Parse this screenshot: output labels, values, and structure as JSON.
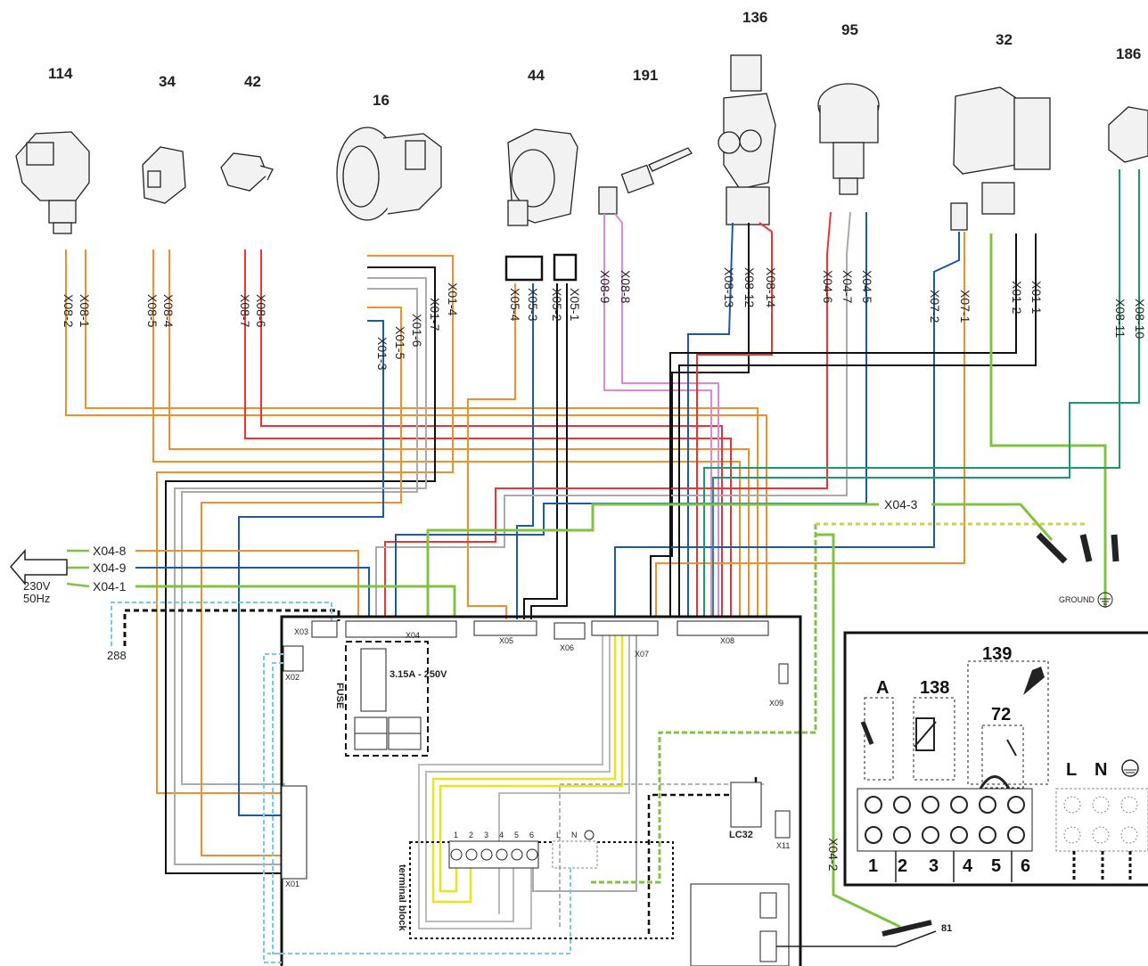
{
  "components": [
    {
      "id": "c114",
      "num": "114"
    },
    {
      "id": "c34",
      "num": "34"
    },
    {
      "id": "c42",
      "num": "42"
    },
    {
      "id": "c16",
      "num": "16"
    },
    {
      "id": "c44",
      "num": "44"
    },
    {
      "id": "c191",
      "num": "191"
    },
    {
      "id": "c136",
      "num": "136"
    },
    {
      "id": "c95",
      "num": "95"
    },
    {
      "id": "c32",
      "num": "32"
    },
    {
      "id": "c186",
      "num": "186"
    }
  ],
  "wire_labels": {
    "x08_1": "X08-1",
    "x08_2": "X08-2",
    "x08_4": "X08-4",
    "x08_5": "X08-5",
    "x08_6": "X08-6",
    "x08_7": "X08-7",
    "x01_4": "X01-4",
    "x01_7": "X01-7",
    "x01_6": "X01-6",
    "x01_5": "X01-5",
    "x01_3": "X01-3",
    "x05_4": "X05-4",
    "x05_3": "X05-3",
    "x05_2": "X05-2",
    "x05_1": "X05-1",
    "x08_9": "X08-9",
    "x08_8": "X08-8",
    "x08_13": "X08-13",
    "x08_12": "X08-12",
    "x08_14": "X08-14",
    "x04_6": "X04-6",
    "x04_7": "X04-7",
    "x04_5": "X04-5",
    "x07_2": "X07-2",
    "x07_1": "X07-1",
    "x01_2": "X01-2",
    "x01_1": "X01-1",
    "x08_11": "X08-11",
    "x08_10": "X08-10",
    "x04_3": "X04-3",
    "x04_8": "X04-8",
    "x04_9": "X04-9",
    "x04_1": "X04-1",
    "x04_2": "X04-2"
  },
  "power": {
    "voltage": "230V",
    "freq": "50Hz"
  },
  "ground_label": "GROUND",
  "board": {
    "x03": "X03",
    "x04": "X04",
    "x05": "X05",
    "x06": "X06",
    "x07": "X07",
    "x08": "X08",
    "x09": "X09",
    "x02": "X02",
    "x01": "X01",
    "x11": "X11",
    "lc32": "LC32",
    "fuse": "FUSE",
    "fuse_rating": "3.15A - 250V",
    "terminal_block": "terminal block",
    "pin1": "1"
  },
  "tb_small": {
    "t1": "1",
    "t2": "2",
    "t3": "3",
    "t4": "4",
    "t5": "5",
    "t6": "6",
    "L": "L",
    "N": "N"
  },
  "misc": {
    "n288": "288",
    "n81": "81"
  },
  "inset": {
    "n139": "139",
    "nA": "A",
    "n138": "138",
    "n72": "72",
    "t1": "1",
    "t2": "2",
    "t3": "3",
    "t4": "4",
    "t5": "5",
    "t6": "6",
    "L": "L",
    "N": "N"
  }
}
